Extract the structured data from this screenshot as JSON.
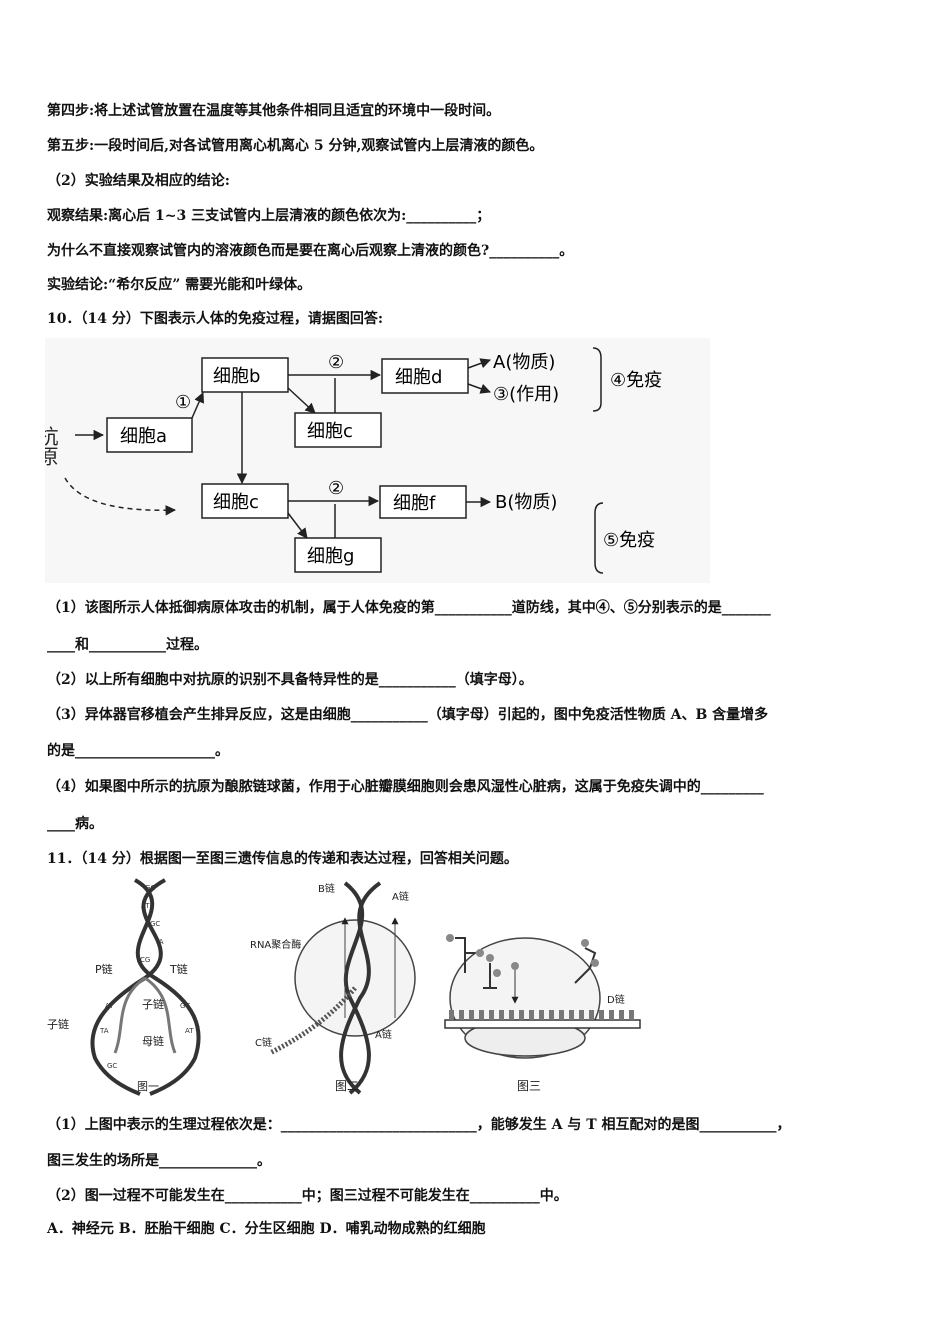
{
  "lines": {
    "step4": "第四步:将上述试管放置在温度等其他条件相同且适宜的环境中一段时间。",
    "step5": "第五步:一段时间后,对各试管用离心机离心 5 分钟,观察试管内上层清液的颜色。",
    "q9_2": "（2）实验结果及相应的结论:",
    "obs": "观察结果:离心后 1~3 三支试管内上层清液的颜色依次为:__________；",
    "why": "为什么不直接观察试管内的溶液颜色而是要在离心后观察上清液的颜色?__________。",
    "concl": "实验结论:“希尔反应” 需要光能和叶绿体。",
    "q10": "10．（14 分）下图表示人体的免疫过程，请据图回答:",
    "q10_1a": "（1）该图所示人体抵御病原体攻击的机制，属于人体免疫的第___________道防线，其中④、⑤分别表示的是_______",
    "q10_1b": "____和___________过程。",
    "q10_2": "（2）以上所有细胞中对抗原的识别不具备特异性的是___________（填字母）。",
    "q10_3a": "（3）异体器官移植会产生排异反应，这是由细胞___________（填字母）引起的，图中免疫活性物质 A、B 含量增多",
    "q10_3b": "的是____________________。",
    "q10_4a": "（4）如果图中所示的抗原为酿脓链球菌，作用于心脏瓣膜细胞则会患风湿性心脏病，这属于免疫失调中的_________",
    "q10_4b": "____病。",
    "q11": "11．（14 分）根据图一至图三遗传信息的传递和表达过程，回答相关问题。",
    "q11_1a": "（1）上图中表示的生理过程依次是：____________________________，能够发生 A 与 T 相互配对的是图___________，",
    "q11_1b": "图三发生的场所是______________。",
    "q11_2": "（2）图一过程不可能发生在___________中；图三过程不可能发生在__________中。",
    "q11_opts": "A．神经元   B．胚胎干细胞    C．分生区细胞    D．哺乳动物成熟的红细胞"
  },
  "immune_diagram": {
    "antigen": "抗原",
    "cell_a": "细胞a",
    "cell_b": "细胞b",
    "cell_c_top": "细胞c",
    "cell_c": "细胞c",
    "cell_d": "细胞d",
    "cell_f": "细胞f",
    "cell_g": "细胞g",
    "step1": "①",
    "step2_top": "②",
    "step2_bottom": "②",
    "out_a": "A(物质)",
    "out_3": "③(作用)",
    "out_b": "B(物质)",
    "imm4": "④免疫",
    "imm5": "⑤免疫"
  },
  "genetics_figures": {
    "fig1": {
      "caption": "图一",
      "p_chain": "P链",
      "t_chain": "T链",
      "child_chain": "子链",
      "child_chain_left": "子链",
      "mother_chain": "母链",
      "pairs": [
        "GC",
        "AT",
        "GC",
        "TA",
        "CG",
        "AT",
        "GC",
        "TA",
        "AT",
        "GC"
      ]
    },
    "fig2": {
      "caption": "图二",
      "b_chain": "B链",
      "a_chain_top": "A链",
      "rna_pol": "RNA聚合酶",
      "c_chain": "C链",
      "a_chain_bottom": "A链"
    },
    "fig3": {
      "caption": "图三",
      "d_chain": "D链"
    }
  }
}
